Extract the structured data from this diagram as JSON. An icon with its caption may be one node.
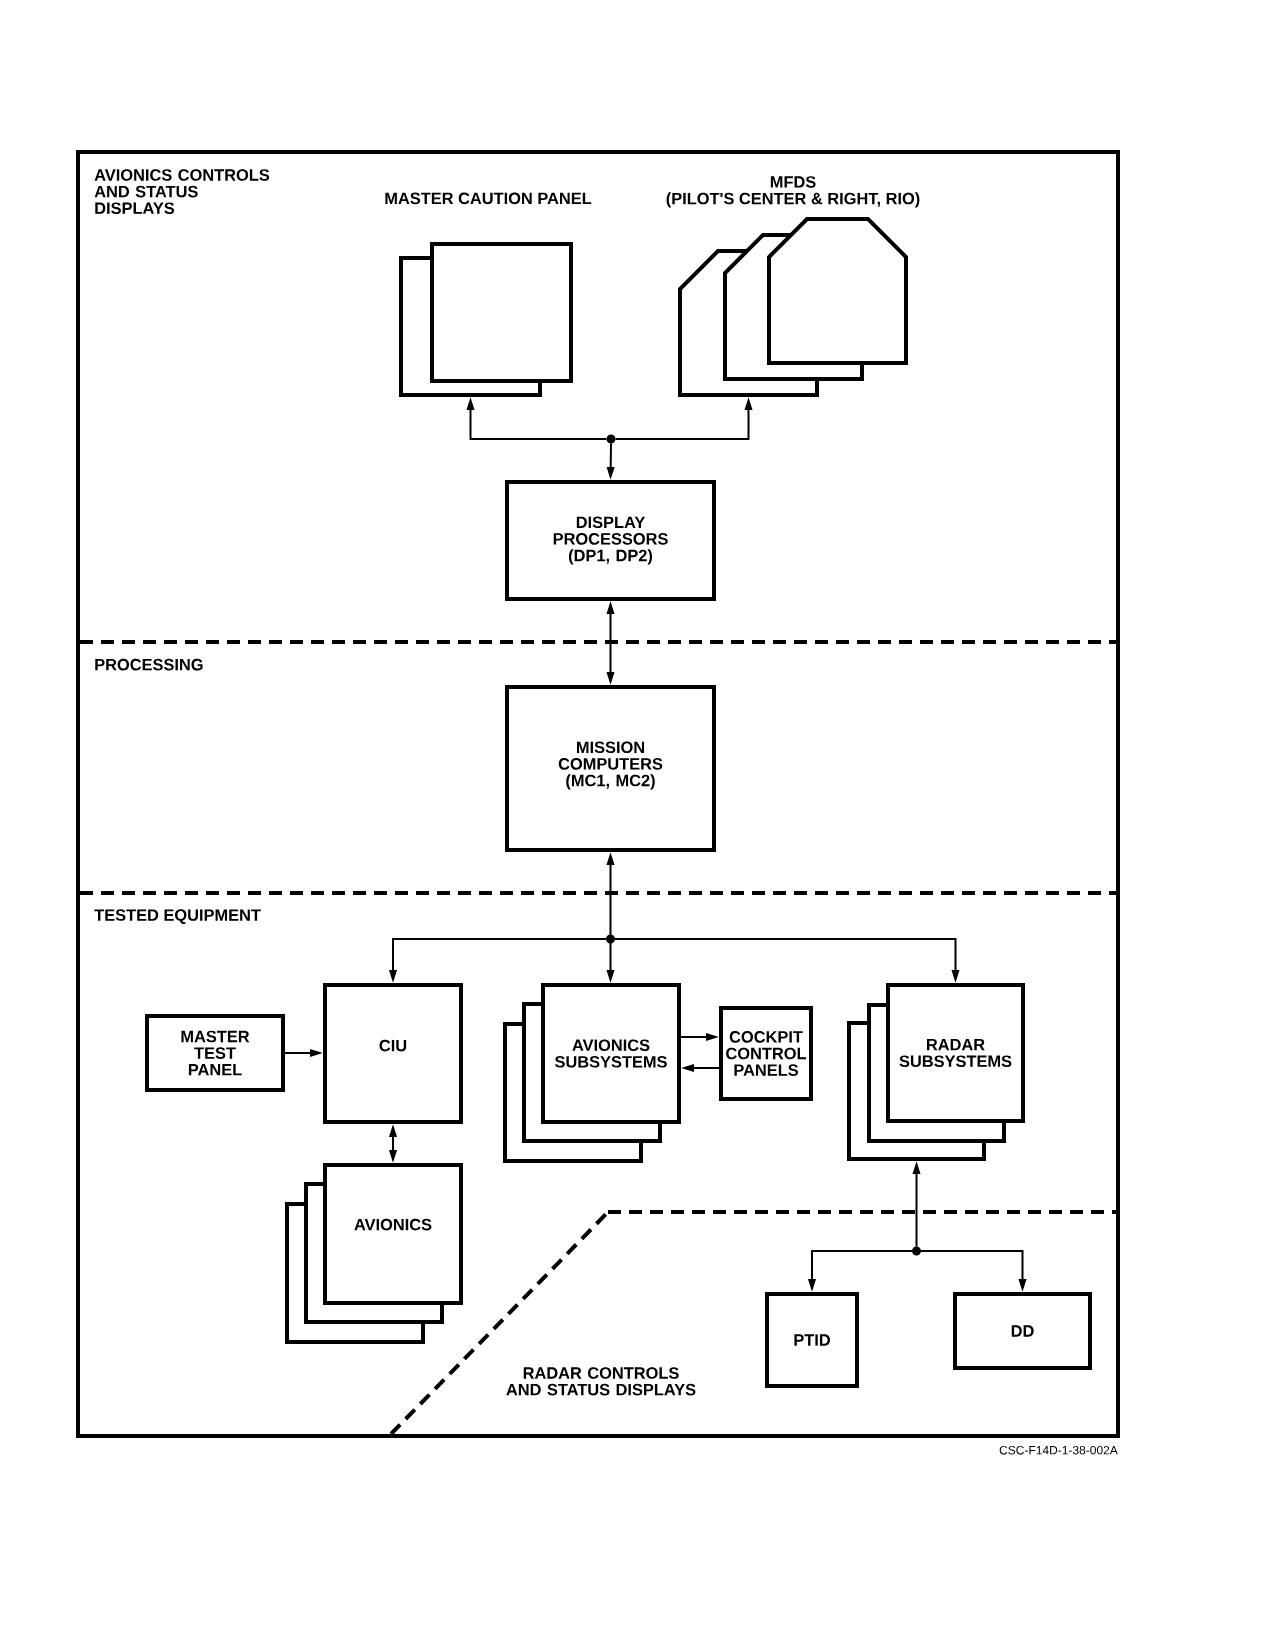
{
  "diagram": {
    "nodes": [
      {
        "text": [
          "MASTER CAUTION PANEL"
        ]
      },
      {
        "text": [
          "MFDS",
          "(PILOT'S CENTER & RIGHT, RIO)"
        ]
      },
      {
        "text": [
          "DISPLAY PROCESSORS (DP1, DP2)"
        ]
      },
      {
        "text": [
          "MISSION COMPUTERS (MC1, MC2)"
        ]
      },
      {
        "text": [
          "MASTER TEST PANEL"
        ]
      },
      {
        "text": [
          "CIU"
        ]
      },
      {
        "text": [
          "AVIONICS SUBSYSTEMS"
        ]
      },
      {
        "text": [
          "COCKPIT CONTROL PANELS"
        ]
      },
      {
        "text": [
          "RADAR SUBSYSTEMS"
        ]
      },
      {
        "text": [
          "AVIONICS"
        ]
      },
      {
        "text": [
          "PTID"
        ]
      },
      {
        "text": [
          "DD"
        ]
      }
    ],
    "edges": [
      {
        "from": 2,
        "to": 0,
        "arrow": "both"
      },
      {
        "from": 2,
        "to": 1,
        "arrow": "both"
      },
      {
        "from": 2,
        "to": 3,
        "arrow": "both"
      },
      {
        "from": 3,
        "to": 5,
        "arrow": "both"
      },
      {
        "from": 3,
        "to": 6,
        "arrow": "both"
      },
      {
        "from": 3,
        "to": 8,
        "arrow": "both"
      },
      {
        "from": 4,
        "to": 5,
        "arrow": "to"
      },
      {
        "from": 6,
        "to": 7,
        "arrow": "to"
      },
      {
        "from": 7,
        "to": 6,
        "arrow": "to"
      },
      {
        "from": 5,
        "to": 9,
        "arrow": "both"
      },
      {
        "from": 8,
        "to": 10,
        "arrow": "both"
      },
      {
        "from": 8,
        "to": 11,
        "arrow": "both"
      }
    ],
    "labels": [
      "AVIONICS CONTROLS AND STATUS DISPLAYS",
      "PROCESSING",
      "TESTED EQUIPMENT",
      "RADAR CONTROLS AND STATUS DISPLAYS",
      "CSC-F14D-1-38-002A"
    ]
  }
}
